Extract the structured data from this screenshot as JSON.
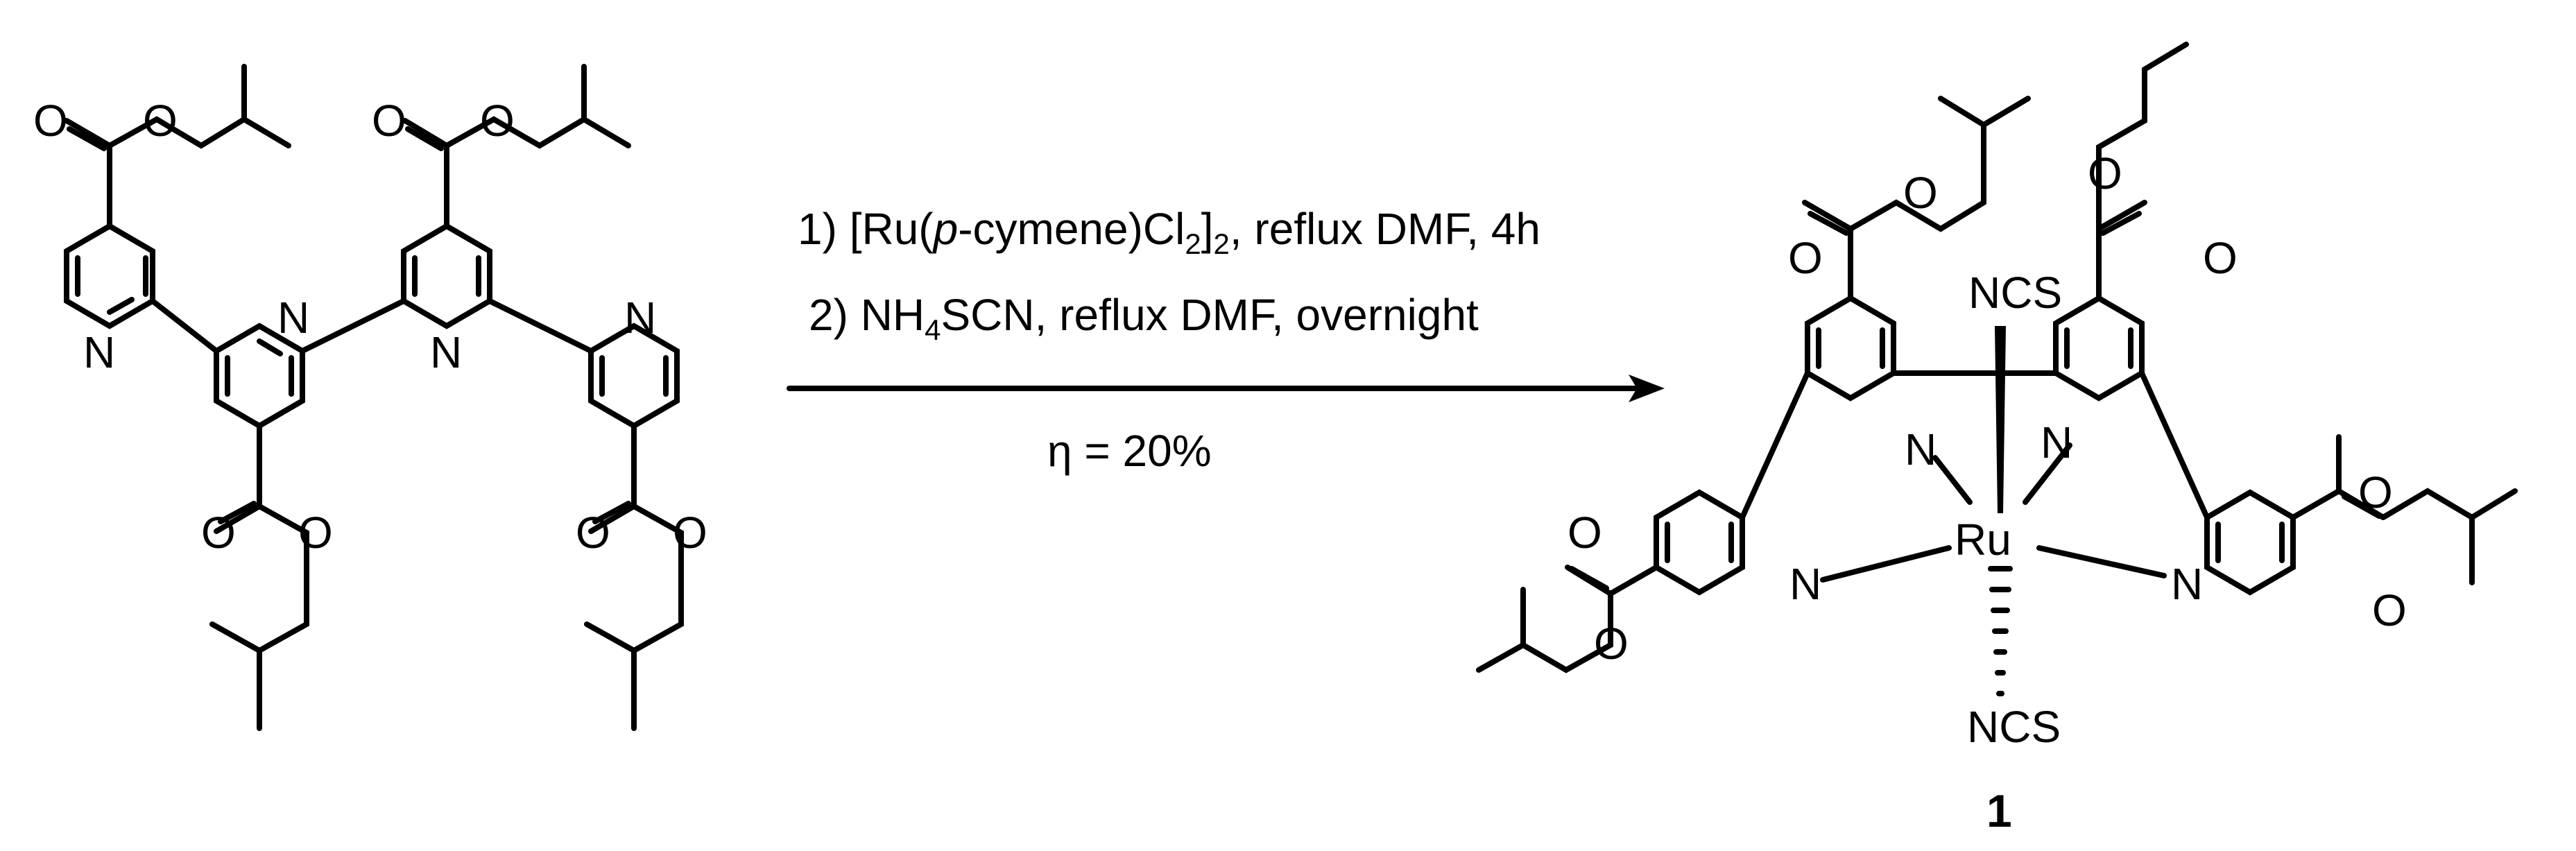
{
  "scheme": {
    "conditions": {
      "step1": {
        "prefix": "1) [Ru(",
        "italic": "p",
        "mid": "-cymene)Cl",
        "sub1": "2",
        "close": "]",
        "sub2": "2",
        "suffix": ", reflux DMF, 4h"
      },
      "step2": {
        "prefix": "2) NH",
        "sub": "4",
        "suffix": "SCN, reflux DMF, overnight"
      },
      "yield": "η = 20%"
    },
    "product_label": "1",
    "atoms": {
      "O": "O",
      "N": "N",
      "Ru": "Ru",
      "NCS": "NCS"
    }
  },
  "colors": {
    "ink": "#000000",
    "background": "#ffffff"
  }
}
